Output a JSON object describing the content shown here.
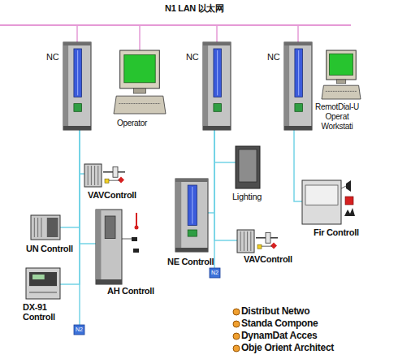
{
  "diagram": {
    "nodes": [
      {
        "text": [
          "NC"
        ]
      },
      {
        "text": [
          "Operator"
        ]
      },
      {
        "text": [
          "NC"
        ]
      },
      {
        "text": [
          "NC"
        ]
      },
      {
        "text": [
          "RemotDial-U Operat Workstati"
        ]
      },
      {
        "text": [
          "VAVControll"
        ]
      },
      {
        "text": [
          "Lighting"
        ]
      },
      {
        "text": [
          "NE Controll"
        ]
      },
      {
        "text": [
          "Fir Controll"
        ]
      },
      {
        "text": [
          "UN Controll"
        ]
      },
      {
        "text": [
          "AH Controll"
        ]
      },
      {
        "text": [
          "VAVControll"
        ]
      },
      {
        "text": [
          "N2"
        ]
      },
      {
        "text": [
          "DX-91 Controll"
        ]
      },
      {
        "text": [
          "N2"
        ]
      }
    ],
    "edges": [
      {
        "from": 0,
        "to": 5,
        "arrow": "none"
      },
      {
        "from": 0,
        "to": 9,
        "arrow": "none"
      },
      {
        "from": 0,
        "to": 10,
        "arrow": "none"
      },
      {
        "from": 0,
        "to": 13,
        "arrow": "none"
      },
      {
        "from": 0,
        "to": 14,
        "arrow": "none"
      },
      {
        "from": 2,
        "to": 6,
        "arrow": "none"
      },
      {
        "from": 2,
        "to": 7,
        "arrow": "none"
      },
      {
        "from": 2,
        "to": 11,
        "arrow": "none"
      },
      {
        "from": 2,
        "to": 12,
        "arrow": "none"
      },
      {
        "from": 3,
        "to": 8,
        "arrow": "none"
      }
    ],
    "labels": [
      "N1 LAN 以太网",
      "Distribut Netwo",
      "Standa Compone",
      "DynamDat Acces",
      "Obje Orient Architect"
    ]
  }
}
